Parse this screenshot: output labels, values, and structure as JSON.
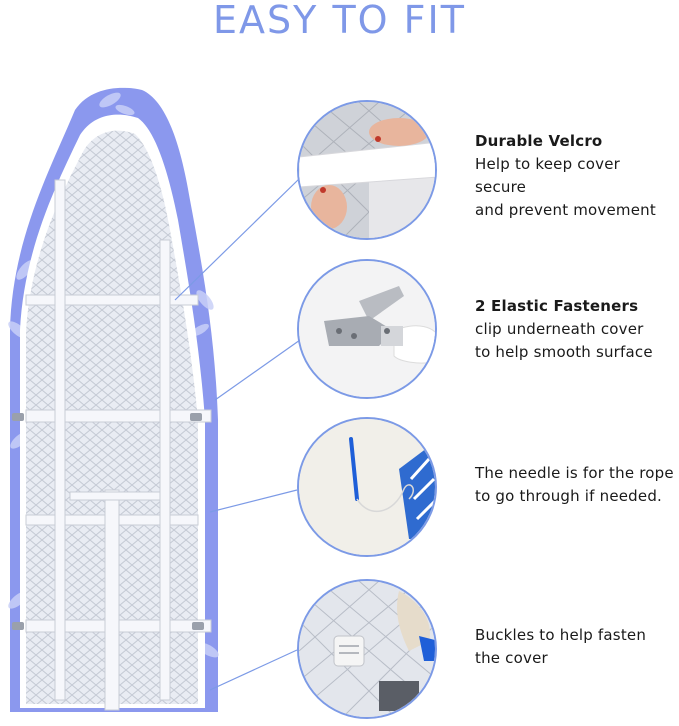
{
  "title": "EASY TO FIT",
  "colors": {
    "accent": "#7f98e8",
    "cover": "#8b98ee",
    "circle_border": "#7c9ae6"
  },
  "features": [
    {
      "head": "Durable Velcro",
      "lines": [
        "Help to keep cover secure",
        "and prevent movement"
      ],
      "icon": "velcro-photo"
    },
    {
      "head": "2 Elastic Fasteners",
      "lines": [
        "clip underneath cover",
        "to help smooth surface"
      ],
      "icon": "fastener-clip-photo"
    },
    {
      "head": "The needle is for the rope",
      "lines": [
        "to go through if needed."
      ],
      "icon": "needle-photo"
    },
    {
      "head": "Buckles to help fasten",
      "lines": [
        "the cover"
      ],
      "icon": "buckle-photo"
    }
  ]
}
